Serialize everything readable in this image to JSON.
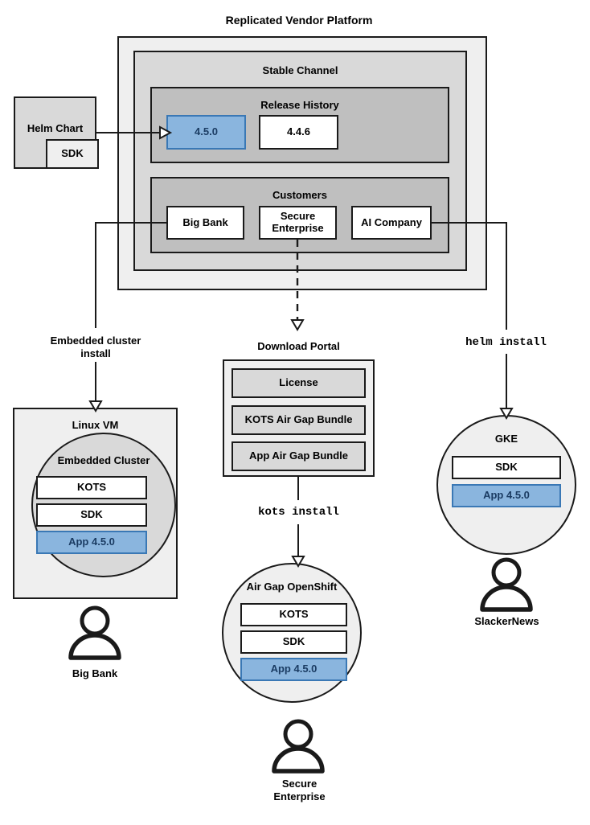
{
  "title": "Replicated Vendor Platform",
  "helm_chart": {
    "label": "Helm Chart",
    "sdk_label": "SDK"
  },
  "platform": {
    "stable_channel": {
      "title": "Stable Channel",
      "release_history": {
        "title": "Release History",
        "releases": [
          {
            "version": "4.5.0",
            "highlighted": true
          },
          {
            "version": "4.4.6",
            "highlighted": false
          }
        ]
      },
      "customers": {
        "title": "Customers",
        "items": [
          {
            "name": "Big Bank"
          },
          {
            "name": "Secure Enterprise"
          },
          {
            "name": "AI Company"
          }
        ]
      }
    }
  },
  "flows": {
    "embedded_cluster_install": "Embedded cluster\ninstall",
    "embedded_cluster_install_line1": "Embedded cluster",
    "embedded_cluster_install_line2": "install",
    "kots_install": "kots install",
    "helm_install": "helm install"
  },
  "download_portal": {
    "title": "Download Portal",
    "artifacts": [
      {
        "name": "License"
      },
      {
        "name": "KOTS Air Gap Bundle"
      },
      {
        "name": "App Air Gap Bundle"
      }
    ]
  },
  "targets": [
    {
      "id": "linux-vm",
      "outer_label": "Linux VM",
      "inner_label": "Embedded Cluster",
      "components": [
        {
          "name": "KOTS",
          "highlighted": false
        },
        {
          "name": "SDK",
          "highlighted": false
        },
        {
          "name": "App 4.5.0",
          "highlighted": true
        }
      ],
      "persona": "Big Bank"
    },
    {
      "id": "air-gap-openshift",
      "outer_label": "Air Gap OpenShift",
      "components": [
        {
          "name": "KOTS",
          "highlighted": false
        },
        {
          "name": "SDK",
          "highlighted": false
        },
        {
          "name": "App 4.5.0",
          "highlighted": true
        }
      ],
      "persona_line1": "Secure",
      "persona_line2": "Enterprise"
    },
    {
      "id": "gke",
      "outer_label": "GKE",
      "components": [
        {
          "name": "SDK",
          "highlighted": false
        },
        {
          "name": "App 4.5.0",
          "highlighted": true
        }
      ],
      "persona": "SlackerNews"
    }
  ],
  "colors": {
    "accent_blue_fill": "#8ab5de",
    "accent_blue_border": "#3a78b5",
    "accent_blue_text": "#1b3c63",
    "outline": "#1a1a1a",
    "gray_light": "#efefef",
    "gray_mid": "#d9d9d9",
    "gray_dark": "#bfbfbf",
    "white": "#ffffff"
  }
}
